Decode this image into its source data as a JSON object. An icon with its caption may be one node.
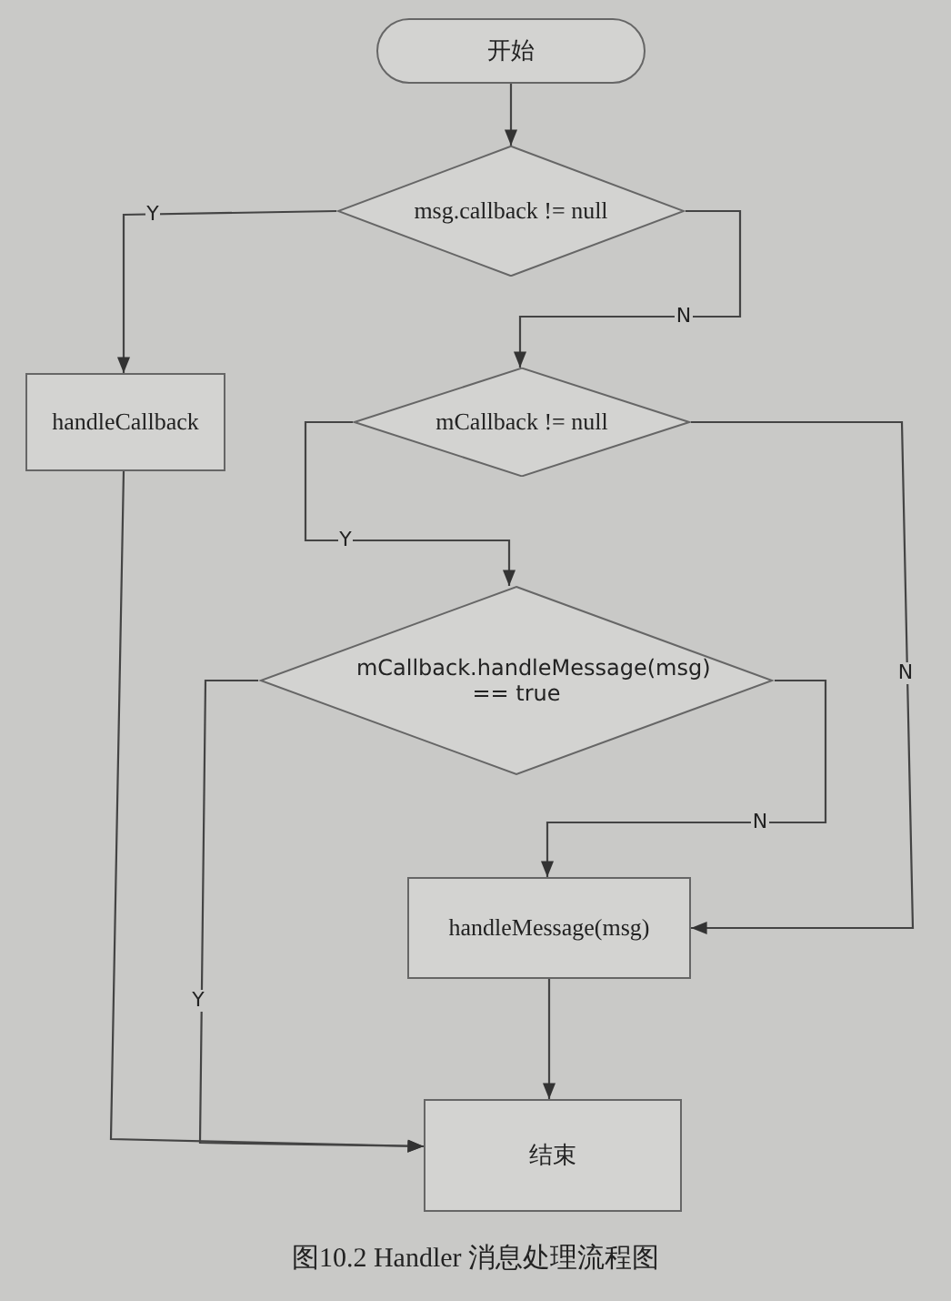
{
  "diagram": {
    "caption": "图10.2 Handler 消息处理流程图",
    "nodes": [
      {
        "text": [
          "开始"
        ]
      },
      {
        "text": [
          "msg.callback != null"
        ]
      },
      {
        "text": [
          "handleCallback"
        ]
      },
      {
        "text": [
          "mCallback != null"
        ]
      },
      {
        "text": [
          "mCallback.handleMessage(msg) == true"
        ]
      },
      {
        "text": [
          "handleMessage(msg)"
        ]
      },
      {
        "text": [
          "结束"
        ]
      }
    ],
    "edges": [
      {
        "from": 0,
        "to": 1,
        "arrow": "to"
      },
      {
        "from": 1,
        "to": 2,
        "arrow": "to",
        "label": "Y"
      },
      {
        "from": 1,
        "to": 3,
        "arrow": "to",
        "label": "N"
      },
      {
        "from": 3,
        "to": 4,
        "arrow": "to",
        "label": "Y"
      },
      {
        "from": 3,
        "to": 5,
        "arrow": "to",
        "label": "N"
      },
      {
        "from": 4,
        "to": 5,
        "arrow": "to",
        "label": "N"
      },
      {
        "from": 4,
        "to": 6,
        "arrow": "to",
        "label": "Y"
      },
      {
        "from": 2,
        "to": 6,
        "arrow": "to"
      },
      {
        "from": 5,
        "to": 6,
        "arrow": "to"
      }
    ]
  }
}
